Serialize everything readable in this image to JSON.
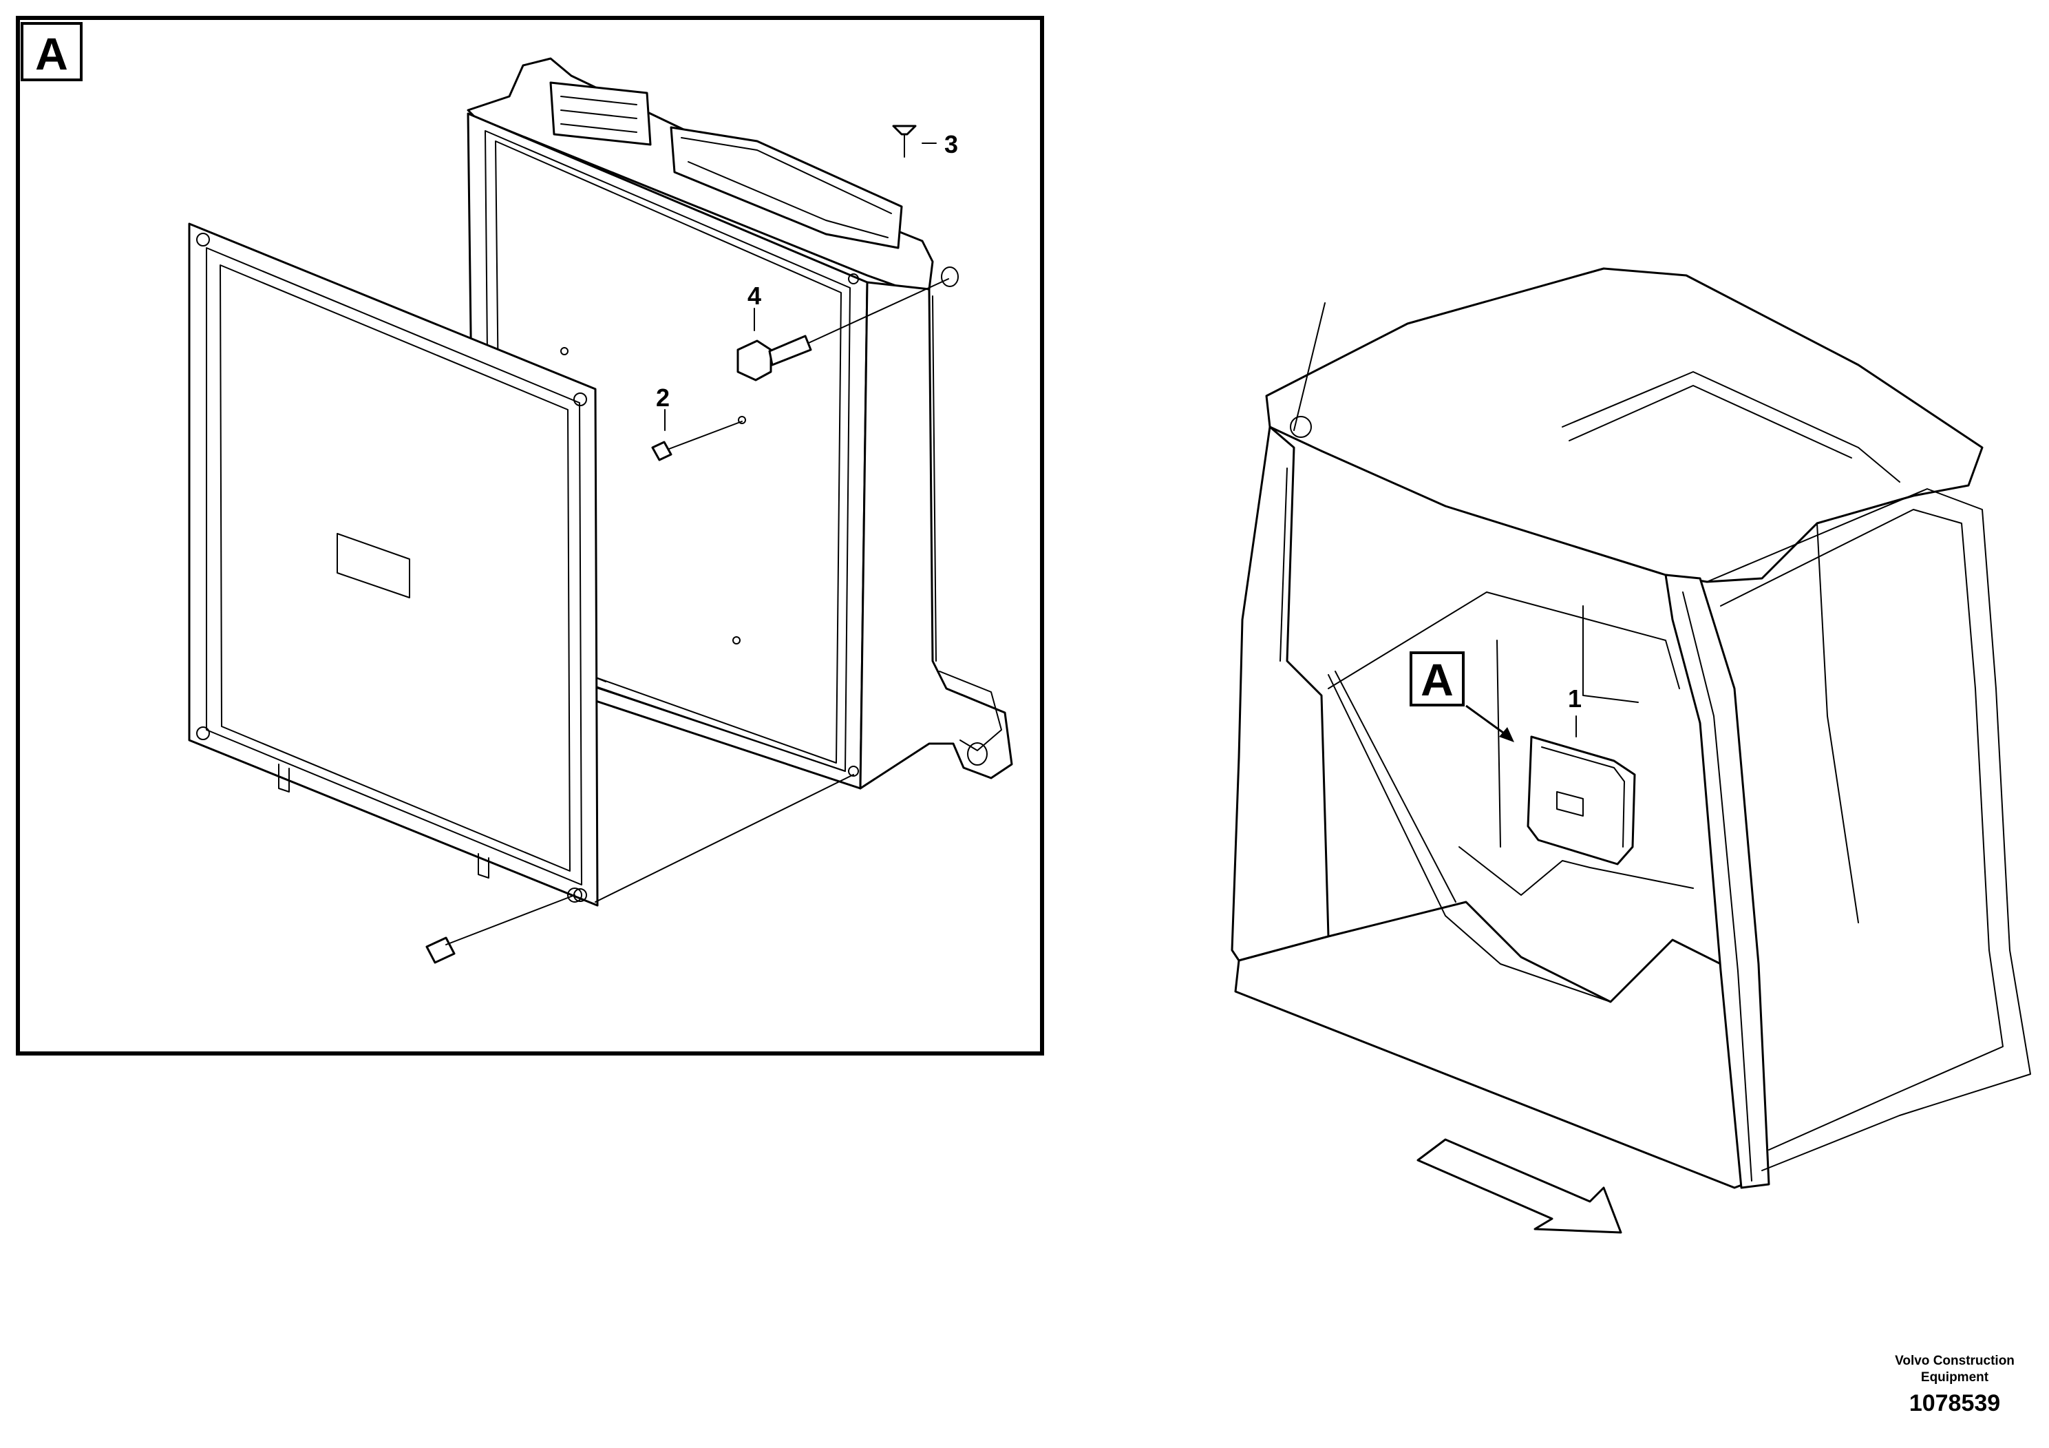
{
  "detail_view": {
    "reference_letter": "A",
    "callouts": [
      {
        "label": "2"
      },
      {
        "label": "3"
      },
      {
        "label": "4"
      }
    ]
  },
  "cab_view": {
    "reference_letter": "A",
    "callouts": [
      {
        "label": "1"
      }
    ]
  },
  "footer": {
    "company_line1": "Volvo Construction",
    "company_line2": "Equipment",
    "document_number": "1078539"
  }
}
